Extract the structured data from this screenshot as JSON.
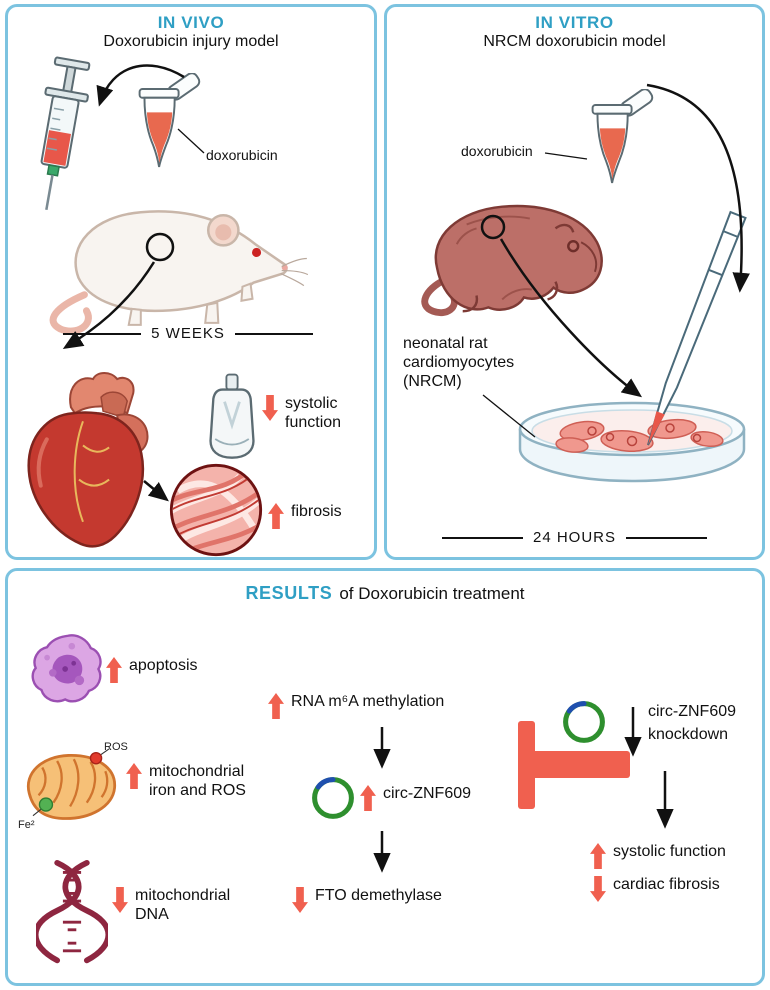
{
  "in_vivo": {
    "title": "IN VIVO",
    "subtitle": "Doxorubicin injury model",
    "doxorubicin_label": "doxorubicin",
    "duration": "5 WEEKS",
    "findings": [
      {
        "direction": "down",
        "label": "systolic function"
      },
      {
        "direction": "up",
        "label": "fibrosis"
      }
    ]
  },
  "in_vitro": {
    "title": "IN VITRO",
    "subtitle": "NRCM doxorubicin model",
    "doxorubicin_label": "doxorubicin",
    "cells_label": "neonatal rat cardiomyocytes (NRCM)",
    "duration": "24 HOURS"
  },
  "results": {
    "title_highlight": "RESULTS",
    "title_rest": "of Doxorubicin treatment",
    "left_column": [
      {
        "direction": "up",
        "label": "apoptosis"
      },
      {
        "direction": "up",
        "label": "mitochondrial iron and ROS",
        "ros_label": "ROS",
        "fe_label": "Fe²"
      },
      {
        "direction": "down",
        "label": "mitochondrial DNA"
      }
    ],
    "middle_column": [
      {
        "direction": "up",
        "label": "RNA m⁶A methylation"
      },
      {
        "direction": "up",
        "label": "circ-ZNF609"
      },
      {
        "direction": "down",
        "label": "FTO demethylase"
      }
    ],
    "right_column": {
      "knockdown_line1": "circ-ZNF609",
      "knockdown_line2": "knockdown",
      "outcomes": [
        {
          "direction": "up",
          "label": "systolic function"
        },
        {
          "direction": "down",
          "label": "cardiac fibrosis"
        }
      ]
    }
  }
}
